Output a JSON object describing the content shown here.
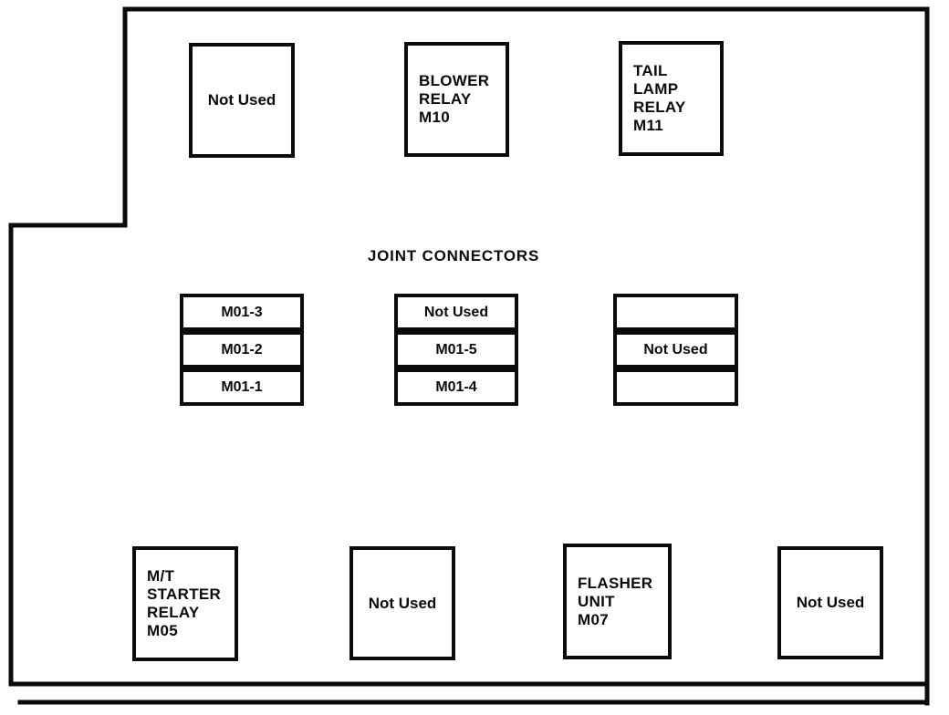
{
  "page": {
    "background_color": "#ffffff",
    "line_color": "#0b0b0b"
  },
  "diagram": {
    "section_title": "JOINT CONNECTORS",
    "top_row": {
      "not_used": "Not Used",
      "blower_relay": [
        "BLOWER",
        "RELAY",
        "M10"
      ],
      "tail_lamp_relay": [
        "TAIL",
        "LAMP",
        "RELAY",
        "M11"
      ]
    },
    "joint_connectors": {
      "left_stack": [
        "M01-3",
        "M01-2",
        "M01-1"
      ],
      "center_stack": [
        "Not Used",
        "M01-5",
        "M01-4"
      ],
      "right_stack": [
        "",
        "Not Used",
        ""
      ]
    },
    "bottom_row": {
      "mt_starter_relay": [
        "M/T",
        "STARTER",
        "RELAY",
        "M05"
      ],
      "not_used_left": "Not Used",
      "flasher_unit": [
        "FLASHER",
        "UNIT",
        "M07"
      ],
      "not_used_right": "Not Used"
    }
  }
}
